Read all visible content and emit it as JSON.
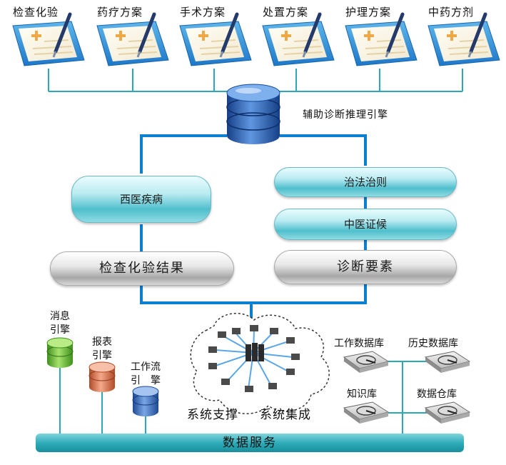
{
  "plans": [
    {
      "label": "检查化验"
    },
    {
      "label": "药疗方案"
    },
    {
      "label": "手术方案"
    },
    {
      "label": "处置方案"
    },
    {
      "label": "护理方案"
    },
    {
      "label": "中药方剂"
    }
  ],
  "engine": {
    "label": "辅助诊断推理引擎"
  },
  "left_column": {
    "disease": "西医疾病",
    "exam_results": "检查化验结果"
  },
  "right_column": {
    "treatment_principle": "治法治则",
    "tcm_syndrome": "中医证候",
    "diagnosis_elements": "诊断要素"
  },
  "engines": {
    "message": {
      "line1": "消息",
      "line2": "引擎"
    },
    "report": {
      "line1": "报表",
      "line2": "引擎"
    },
    "workflow": {
      "line1": "工作流",
      "line2": "引　擎"
    }
  },
  "system": {
    "support": "系统支撑",
    "integration": "系统集成"
  },
  "databases": {
    "work": "工作数据库",
    "history": "历史数据库",
    "knowledge": "知识库",
    "warehouse": "数据仓库"
  },
  "data_service": "数据服务",
  "colors": {
    "connector": "#0c7fd0",
    "thin_connector": "#2aa9b6",
    "pill_cyan": "#4fbfcc",
    "pill_gray": "#a7a7a7",
    "db_green": "#6cc13d",
    "db_orange": "#e07a55",
    "db_blue": "#3d6fb8",
    "engine_db": "#1f5fb0"
  }
}
